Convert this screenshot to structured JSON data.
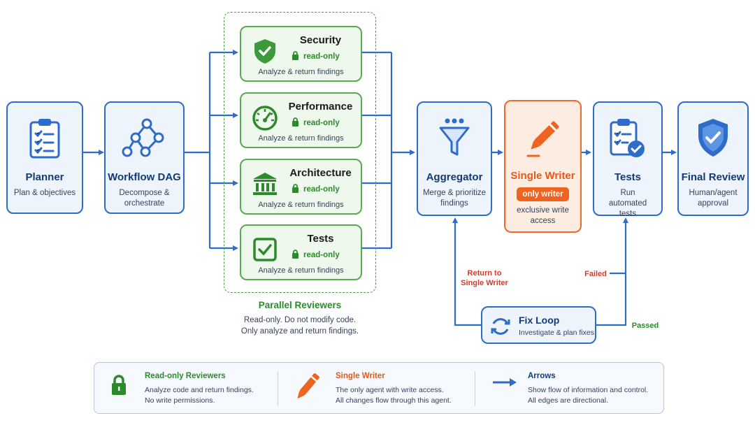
{
  "nodes": {
    "planner": {
      "title": "Planner",
      "sub": "Plan & objectives"
    },
    "dag": {
      "title": "Workflow DAG",
      "sub": "Decompose & orchestrate"
    },
    "aggregator": {
      "title": "Aggregator",
      "sub": "Merge & prioritize findings"
    },
    "writer": {
      "title": "Single Writer",
      "badge": "only writer",
      "sub": "exclusive write access"
    },
    "tests": {
      "title": "Tests",
      "sub": "Run automated tests"
    },
    "final": {
      "title": "Final Review",
      "sub": "Human/agent approval"
    }
  },
  "reviewers": [
    {
      "title": "Security",
      "badge": "read-only",
      "sub": "Analyze & return findings",
      "icon": "shield-check-icon"
    },
    {
      "title": "Performance",
      "badge": "read-only",
      "sub": "Analyze & return findings",
      "icon": "gauge-icon"
    },
    {
      "title": "Architecture",
      "badge": "read-only",
      "sub": "Analyze & return findings",
      "icon": "building-columns-icon"
    },
    {
      "title": "Tests",
      "badge": "read-only",
      "sub": "Analyze & return findings",
      "icon": "checkbox-icon"
    }
  ],
  "parallel": {
    "title": "Parallel Reviewers",
    "line1": "Read-only. Do not modify code.",
    "line2": "Only analyze and return findings."
  },
  "fix_loop": {
    "title": "Fix Loop",
    "sub": "Investigate & plan fixes"
  },
  "edges": {
    "return_line1": "Return to",
    "return_line2": "Single Writer",
    "failed": "Failed",
    "passed": "Passed"
  },
  "legend": {
    "readonly": {
      "title": "Read-only Reviewers",
      "line1": "Analyze code and return findings.",
      "line2": "No write permissions."
    },
    "writer": {
      "title": "Single Writer",
      "line1": "The only agent with write access.",
      "line2": "All changes flow through this agent."
    },
    "arrows": {
      "title": "Arrows",
      "line1": "Show flow of information and control.",
      "line2": "All edges are directional."
    }
  },
  "colors": {
    "blue": "#2d6cc9",
    "green": "#5aa953",
    "orange": "#ee6a2a",
    "red": "#d63a2a"
  }
}
